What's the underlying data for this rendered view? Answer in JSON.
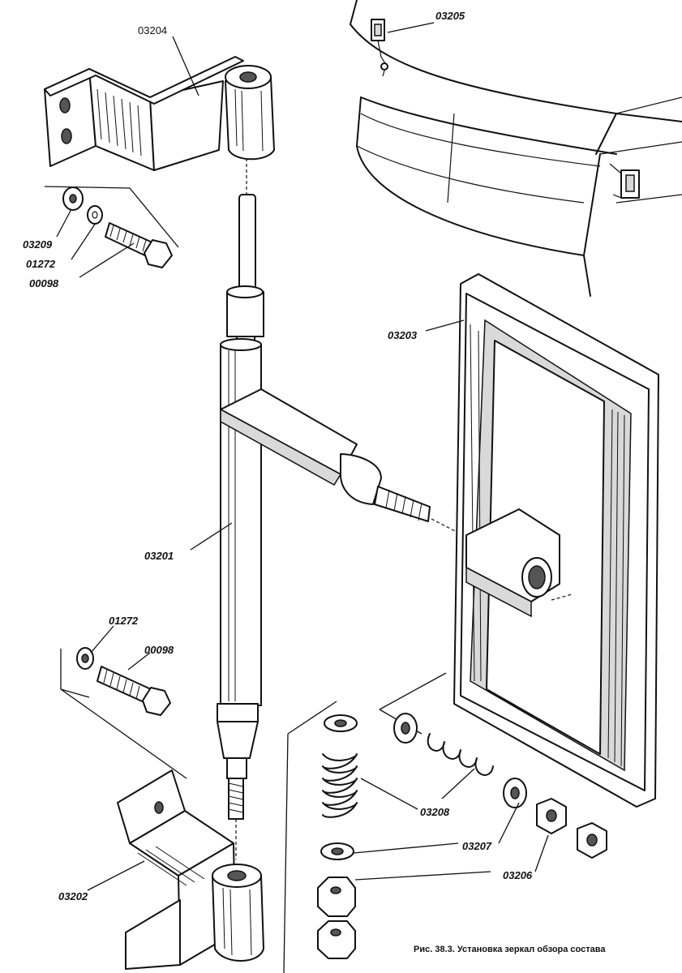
{
  "labels": {
    "p03204": "03204",
    "p03205": "03205",
    "p03209": "03209",
    "p01272_top": "01272",
    "p00098_top": "00098",
    "p03203": "03203",
    "p03201": "03201",
    "p01272_bottom": "01272",
    "p00098_bottom": "00098",
    "p03202": "03202",
    "p03208": "03208",
    "p03207": "03207",
    "p03206": "03206"
  },
  "caption": "Рис. 38.3. Установка зеркал обзора состава"
}
